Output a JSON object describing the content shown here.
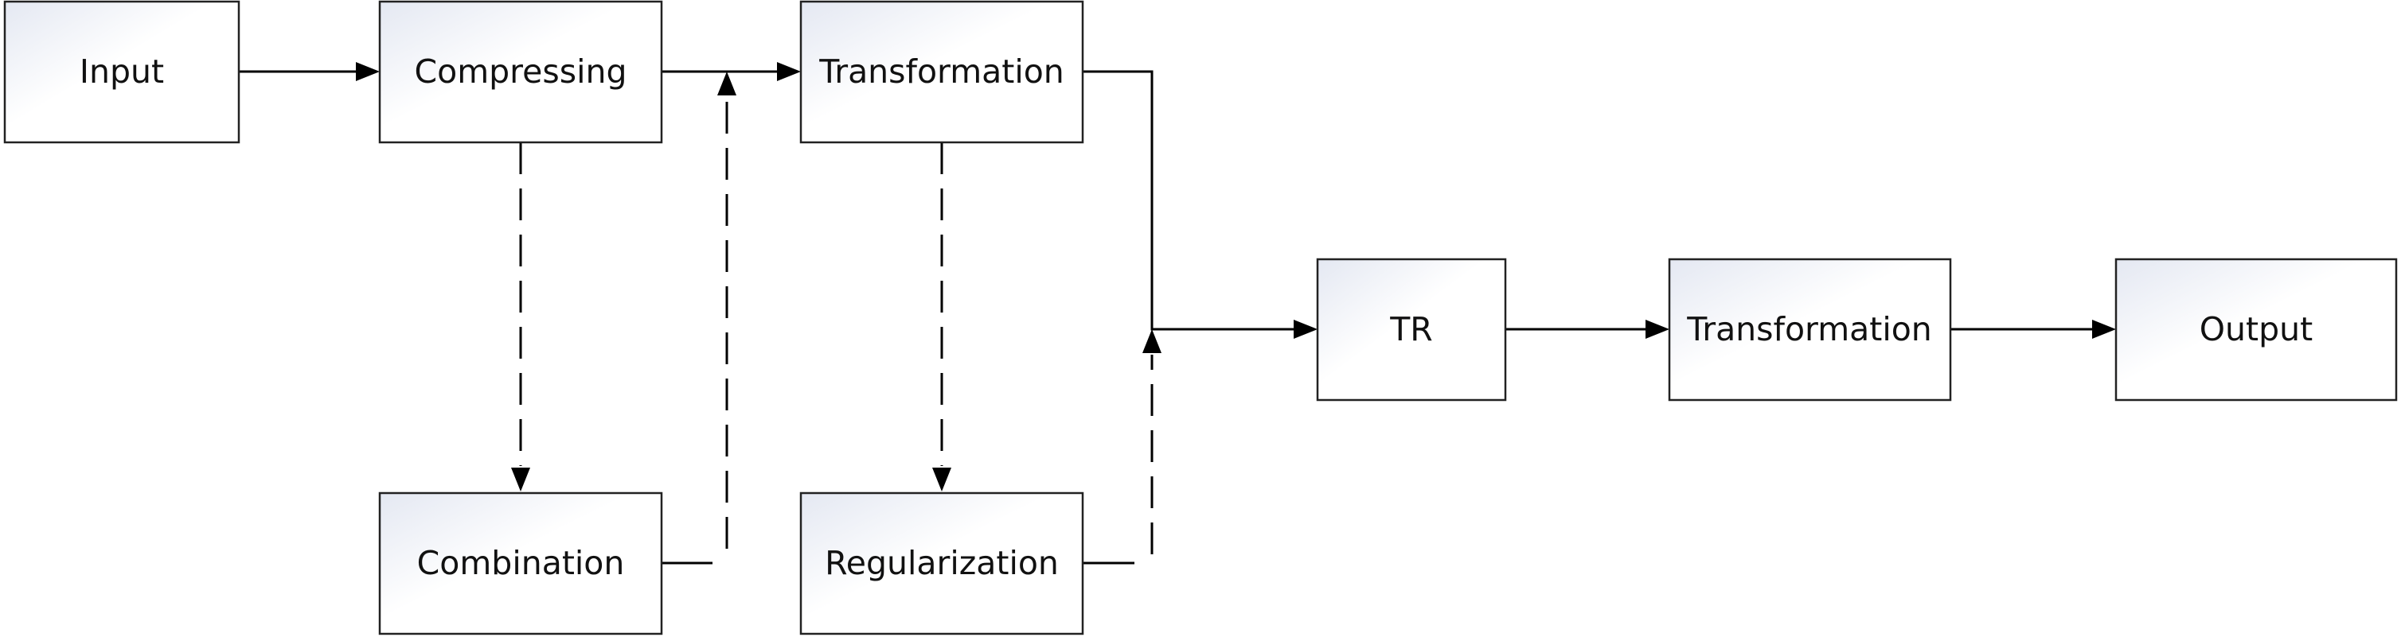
{
  "diagram": {
    "nodes": {
      "input": "Input",
      "compressing": "Compressing",
      "transformation_1": "Transformation",
      "combination": "Combination",
      "regularization": "Regularization",
      "tr": "TR",
      "transformation_2": "Transformation",
      "output": "Output"
    }
  },
  "colors": {
    "box_stroke": "#222222",
    "line": "#000000",
    "box_fill_light": "#ffffff",
    "box_fill_tint": "#e4e8f2"
  }
}
